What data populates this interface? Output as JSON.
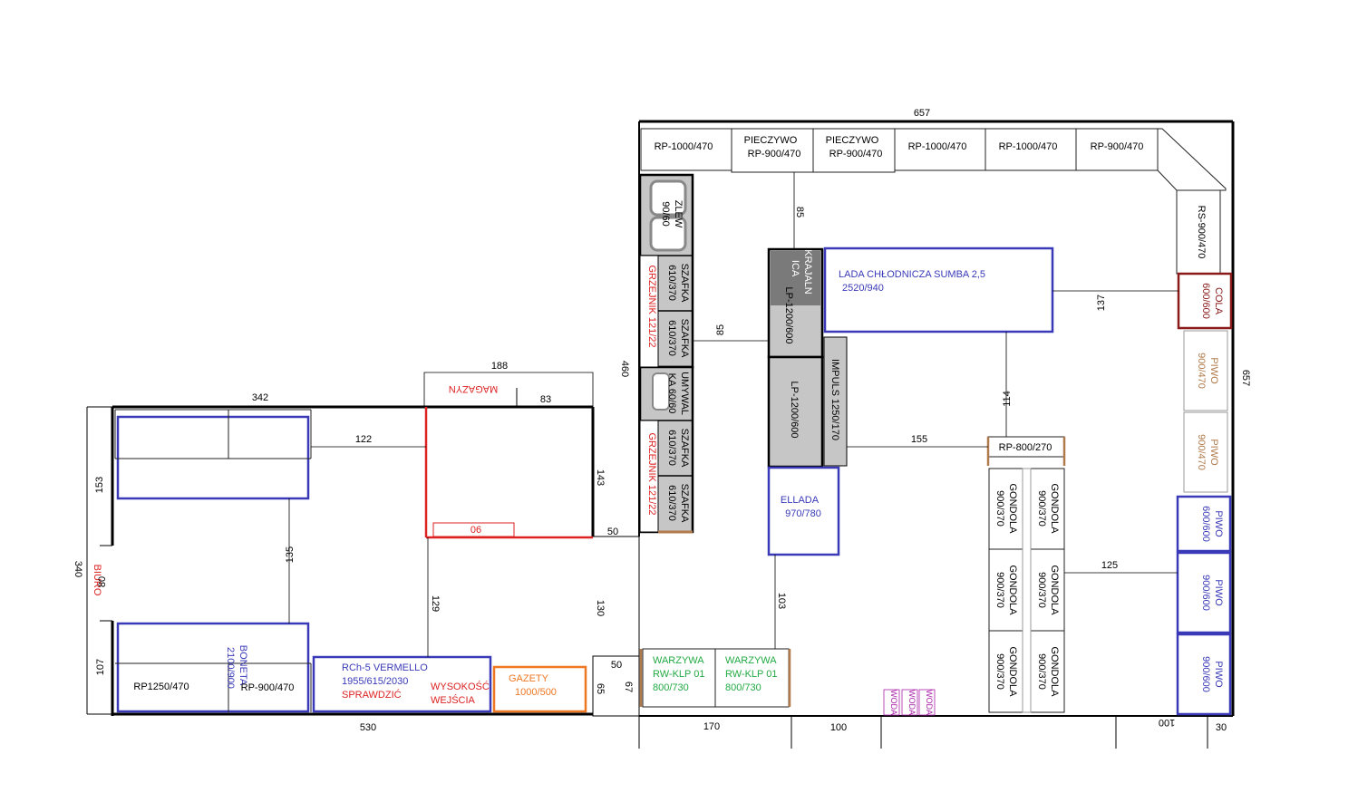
{
  "dimensions": {
    "d657_top": "657",
    "d657_right": "657",
    "d85_a": "85",
    "d85_b": "85",
    "d137": "137",
    "d460": "460",
    "d188": "188",
    "d342": "342",
    "d83": "83",
    "d122": "122",
    "d143": "143",
    "d153": "153",
    "d135": "135",
    "d340": "340",
    "d80": "80",
    "d107": "107",
    "d129": "129",
    "d50_a": "50",
    "d50_b": "50",
    "d130": "130",
    "d65": "65",
    "d67": "67",
    "d530": "530",
    "d170": "170",
    "d100_a": "100",
    "d100_b": "100",
    "d30": "30",
    "d114": "114",
    "d155": "155",
    "d125": "125",
    "d103": "103"
  },
  "top_row": [
    "RP-1000/470",
    "PIECZYWO",
    "RP-900/470",
    "PIECZYWO",
    "RP-900/470",
    "RP-1000/470",
    "RP-1000/470",
    "RP-900/470"
  ],
  "labels": {
    "rs": "RS-900/470",
    "cola_1": "COLA",
    "cola_2": "600/600",
    "piwo_470": "PIWO",
    "piwo_470_dim": "900/470",
    "piwo_600": "PIWO",
    "piwo_600a": "600/600",
    "piwo_600b": "900/600",
    "zlew_1": "ZLEW",
    "zlew_2": "90/60",
    "szafka": "SZAFKA",
    "szafka_dim": "610/370",
    "grzejnik": "GRZEJNIK 121/22",
    "umywal_1": "UMYWAL",
    "umywal_2": "KA 60/60",
    "krajalnica_1": "KRAJALN",
    "krajalnica_2": "ICA",
    "lp": "LP-1200/600",
    "impuls": "IMPULS 1250/170",
    "lada_1": "LADA CHŁODNICZA SUMBA 2,5",
    "lada_2": "2520/940",
    "ellada_1": "ELLADA",
    "ellada_2": "970/780",
    "rp800": "RP-800/270",
    "gondola": "GONDOLA",
    "gondola_dim": "900/370",
    "warzywa_1": "WARZYWA",
    "warzywa_2": "RW-KLP 01",
    "warzywa_3": "800/730",
    "woda": "WODA",
    "magazyn": "MAGAZYN",
    "d06": "06",
    "biuro": "BIURO",
    "boneta_1": "BONETA",
    "boneta_2": "2100/900",
    "rp1250": "RP1250/470",
    "rp900": "RP-900/470",
    "rch_1": "RCh-5 VERMELLO",
    "rch_2": "1955/615/2030",
    "rch_3": "SPRAWDZIĆ",
    "wys_1": "WYSOKOŚĆ",
    "wys_2": "WEJŚCIA",
    "gazety_1": "GAZETY",
    "gazety_2": "1000/500"
  },
  "colors": {
    "wall": "#000000",
    "blue": "#3a3ab8",
    "red": "#dd2222",
    "dark_red": "#8b1a1a",
    "orange": "#ee7722",
    "green": "#22aa44",
    "brown": "#b07a4a",
    "purple": "#aa22aa",
    "gray": "#c6c6c6",
    "dark_gray": "#7a7a7a"
  }
}
